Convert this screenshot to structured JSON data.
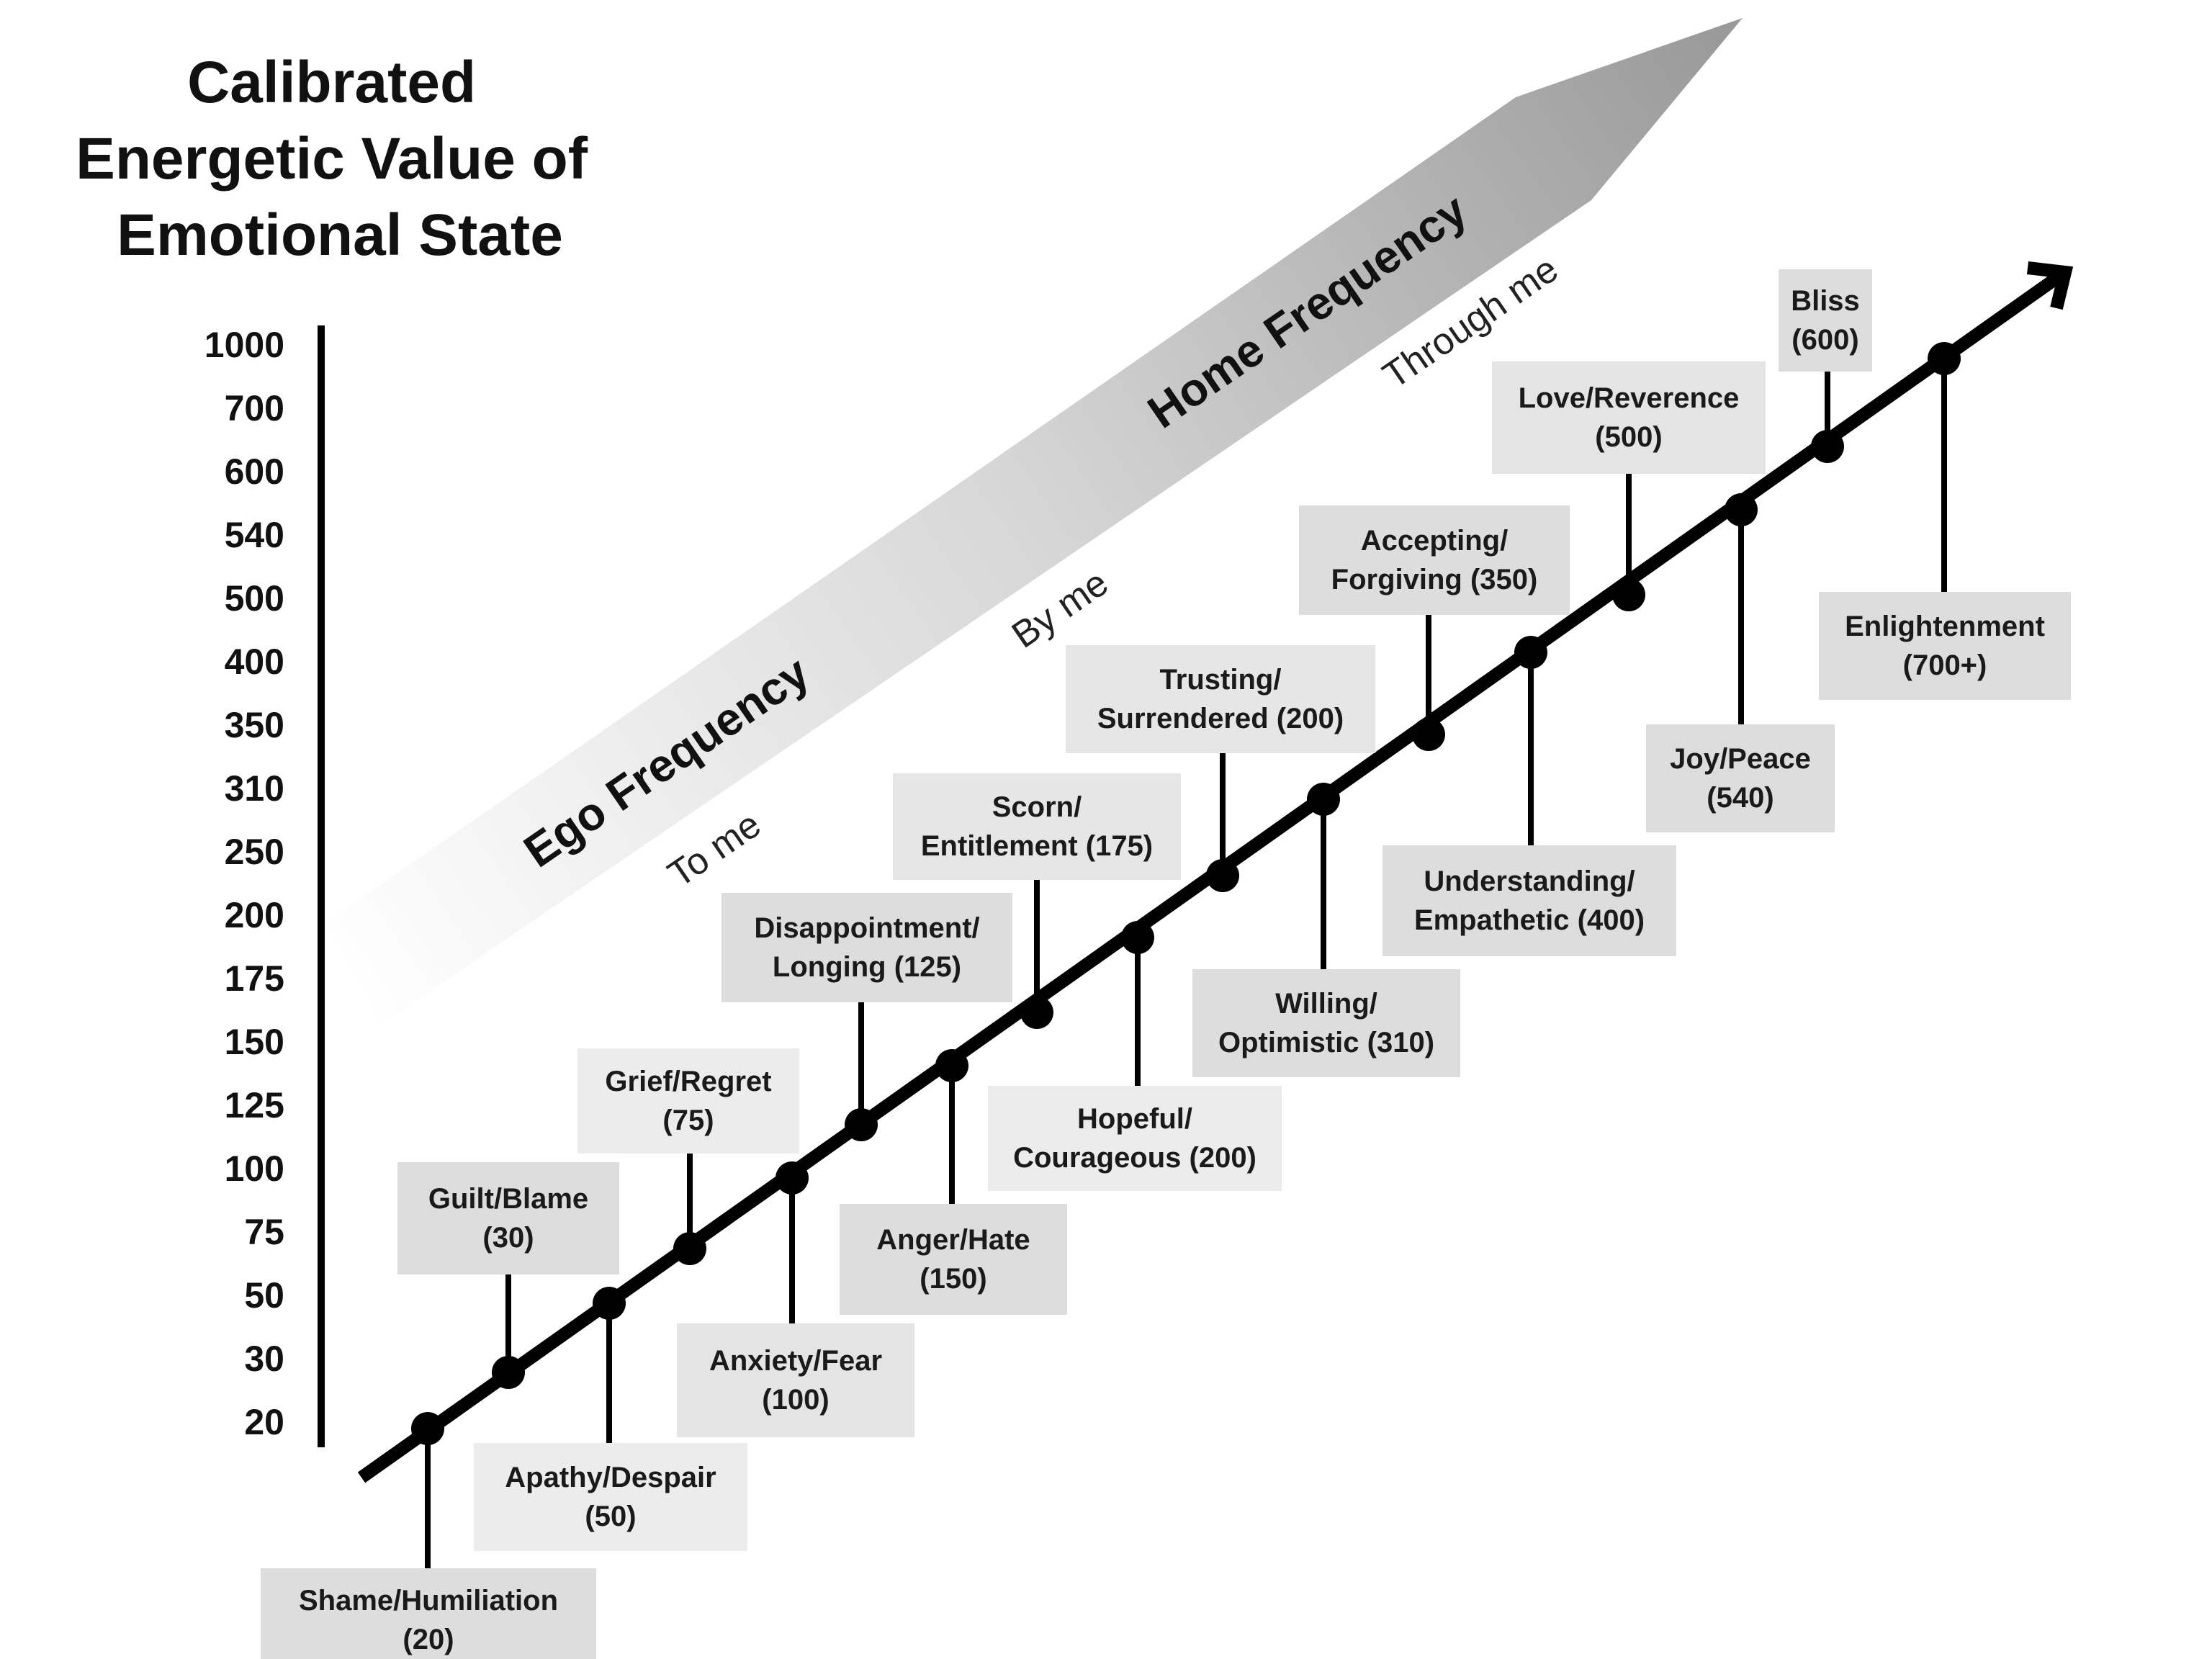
{
  "title_lines": [
    "Calibrated",
    "Energetic Value of",
    "Emotional State"
  ],
  "scale_values": [
    "1000",
    "700",
    "600",
    "540",
    "500",
    "400",
    "350",
    "310",
    "250",
    "200",
    "175",
    "150",
    "125",
    "100",
    "75",
    "50",
    "30",
    "20"
  ],
  "band": {
    "ego_label": "Ego Frequency",
    "home_label": "Home Frequency",
    "phrases": [
      "To me",
      "By me",
      "Through me"
    ]
  },
  "stages": [
    {
      "lines": [
        "Shame/Humiliation",
        "(20)"
      ],
      "shade": "#dddddd"
    },
    {
      "lines": [
        "Guilt/Blame",
        "(30)"
      ],
      "shade": "#dddddd"
    },
    {
      "lines": [
        "Apathy/Despair",
        "(50)"
      ],
      "shade": "#ececec"
    },
    {
      "lines": [
        "Grief/Regret",
        "(75)"
      ],
      "shade": "#ececec"
    },
    {
      "lines": [
        "Anxiety/Fear",
        "(100)"
      ],
      "shade": "#e4e4e4"
    },
    {
      "lines": [
        "Disappointment/",
        "Longing (125)"
      ],
      "shade": "#dddddd"
    },
    {
      "lines": [
        "Anger/Hate",
        "(150)"
      ],
      "shade": "#dddddd"
    },
    {
      "lines": [
        "Scorn/",
        "Entitlement (175)"
      ],
      "shade": "#e6e6e6"
    },
    {
      "lines": [
        "Hopeful/",
        "Courageous (200)"
      ],
      "shade": "#ececec"
    },
    {
      "lines": [
        "Trusting/",
        "Surrendered (200)"
      ],
      "shade": "#e6e6e6"
    },
    {
      "lines": [
        "Willing/",
        "Optimistic (310)"
      ],
      "shade": "#dddddd"
    },
    {
      "lines": [
        "Accepting/",
        "Forgiving (350)"
      ],
      "shade": "#dddddd"
    },
    {
      "lines": [
        "Understanding/",
        "Empathetic (400)"
      ],
      "shade": "#dddddd"
    },
    {
      "lines": [
        "Love/Reverence",
        "(500)"
      ],
      "shade": "#e4e4e4"
    },
    {
      "lines": [
        "Joy/Peace",
        "(540)"
      ],
      "shade": "#dddddd"
    },
    {
      "lines": [
        "Bliss",
        "(600)"
      ],
      "shade": "#dddddd"
    },
    {
      "lines": [
        "Enlightenment",
        "(700+)"
      ],
      "shade": "#dddddd"
    }
  ],
  "colors": {
    "ink": "#000000",
    "band_light": "#ffffff",
    "band_dark": "#9a9a9a"
  }
}
